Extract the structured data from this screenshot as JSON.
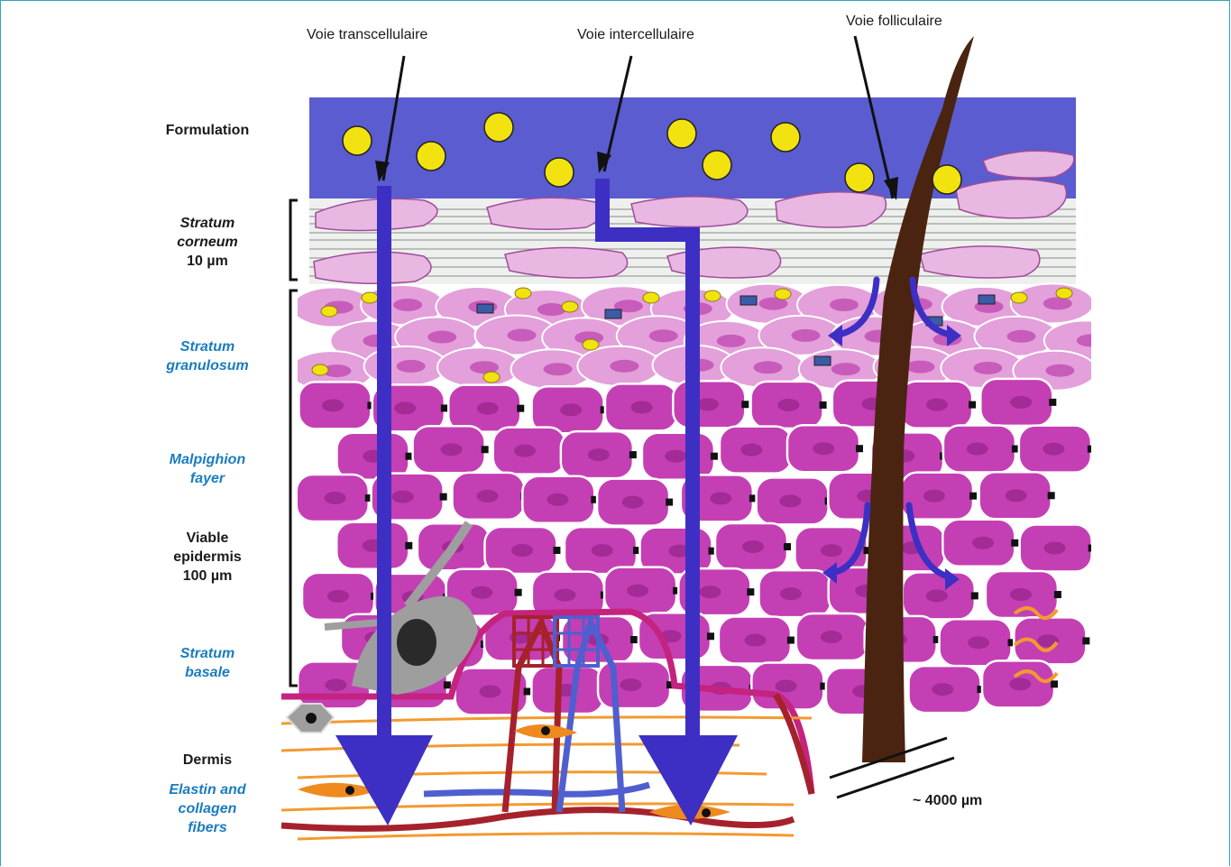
{
  "routes": {
    "transcellular": "Voie transcellulaire",
    "intercellular": "Voie intercellulaire",
    "follicular": "Voie folliculaire"
  },
  "layers": {
    "formulation": "Formulation",
    "stratum_corneum": "Stratum\ncorneum",
    "stratum_corneum_thickness": "10 µm",
    "stratum_granulosum": "Stratum\ngranulosum",
    "malpighion_fayer": "Malpighion\nfayer",
    "viable_epidermis": "Viable\nepidermis\n100 µm",
    "stratum_basale": "Stratum\nbasale",
    "dermis": "Dermis",
    "fibers": "Elastin and\ncollagen\nfibers"
  },
  "follicle_depth": "~ 4000 µm",
  "colors": {
    "formulation": "#5a5cd0",
    "particle": "#f2e20f",
    "route_arrow": "#3d2fc4",
    "cell": "#c43fb4",
    "cell_light": "#e9a6df",
    "nucleus": "#a22b95",
    "hair": "#4a2410",
    "label_blue": "#1a7cc0"
  }
}
